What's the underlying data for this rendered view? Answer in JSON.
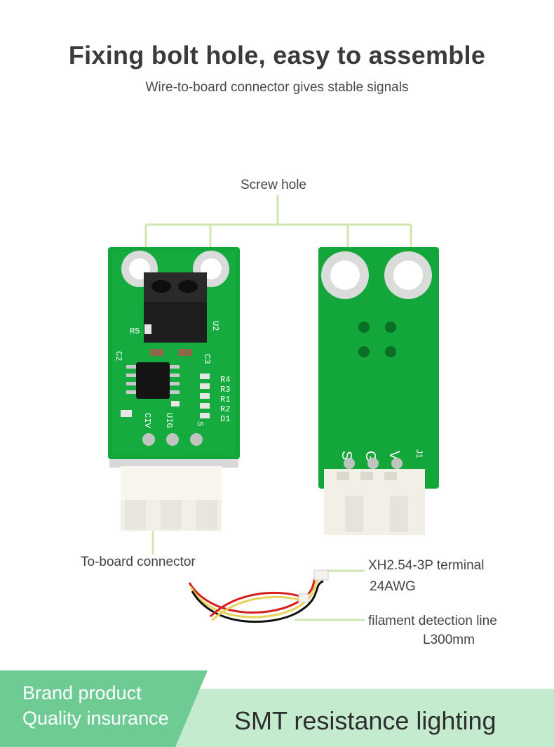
{
  "header": {
    "title": "Fixing bolt hole, easy to assemble",
    "subtitle": "Wire-to-board connector gives stable signals"
  },
  "callouts": {
    "screw_hole": "Screw hole",
    "to_board_connector": "To-board connector",
    "terminal_line1": "XH2.54-3P terminal",
    "terminal_line2": "24AWG",
    "filament_line1": "filament detection line",
    "filament_line2": "L300mm"
  },
  "pcb_front": {
    "u2": "U2",
    "r5": "R5",
    "c2": "C2",
    "c3": "C3",
    "r4": "R4",
    "r3": "R3",
    "r1": "R1",
    "r2": "R2",
    "d1": "D1",
    "civ": "CIV",
    "uig": "UIG",
    "s": "S"
  },
  "pcb_back": {
    "s": "S",
    "g": "G",
    "v": "V",
    "j1": "J1"
  },
  "banner": {
    "brand_line1": "Brand product",
    "brand_line2": "Quality insurance",
    "feature": "SMT resistance lighting"
  },
  "colors": {
    "pcb_green": "#13a63a",
    "callout_line": "#cfe6b0",
    "banner_dark": "#6fcb94",
    "banner_light": "#c5ebcf"
  }
}
